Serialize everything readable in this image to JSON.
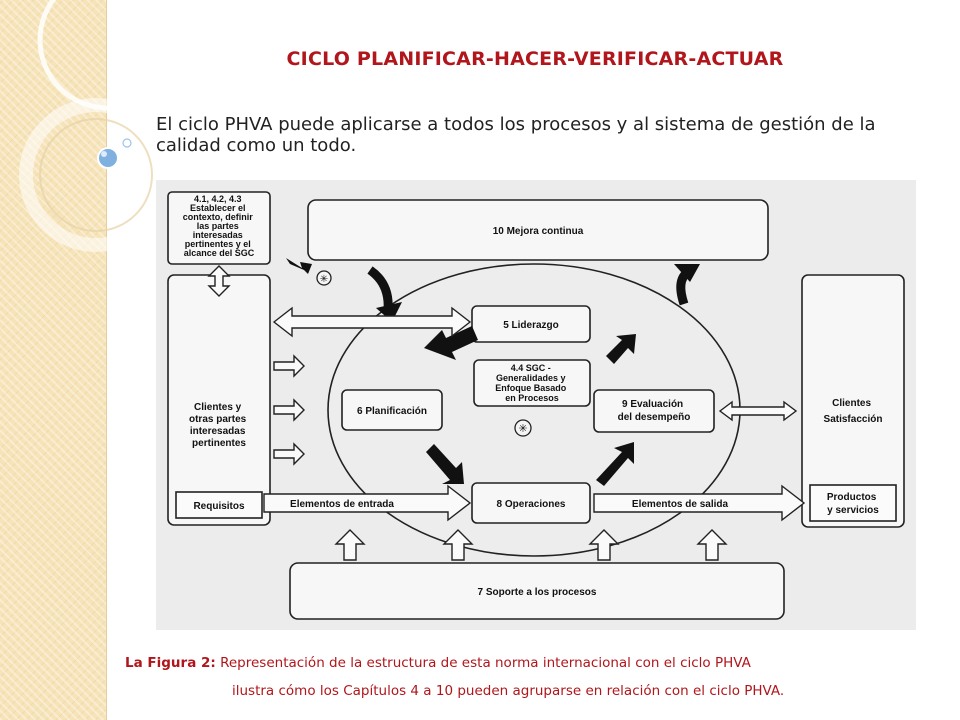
{
  "title": "CICLO PLANIFICAR-HACER-VERIFICAR-ACTUAR",
  "intro": "El ciclo PHVA puede aplicarse a todos los procesos y al sistema de gestión de la calidad como un todo.",
  "diagram": {
    "contexto": [
      "4.1, 4.2, 4.3",
      "Establecer el",
      "contexto, definir",
      "las partes",
      "interesadas",
      "pertinentes y el",
      "alcance del SGC"
    ],
    "mejora": "10 Mejora continua",
    "liderazgo": "5 Liderazgo",
    "sgc": [
      "4.4 SGC -",
      "Generalidades y",
      "Enfoque Basado",
      "en Procesos"
    ],
    "planificacion": "6 Planificación",
    "evaluacion": [
      "9 Evaluación",
      "del desempeño"
    ],
    "operaciones": "8 Operaciones",
    "soporte": "7 Soporte a los procesos",
    "clientes_izq": [
      "Clientes y",
      "otras partes",
      "interesadas",
      "pertinentes"
    ],
    "requisitos": "Requisitos",
    "elementos_entrada": "Elementos de entrada",
    "elementos_salida": "Elementos de salida",
    "clientes_der": [
      "Clientes",
      "Satisfacción"
    ],
    "productos": [
      "Productos",
      "y servicios"
    ],
    "asterisk": "✳"
  },
  "caption": {
    "label": "La Figura 2:",
    "line1": " Representación de la estructura de esta norma internacional con el ciclo PHVA",
    "line2": "ilustra cómo los Capítulos 4 a 10 pueden agruparse en relación con el ciclo PHVA."
  }
}
